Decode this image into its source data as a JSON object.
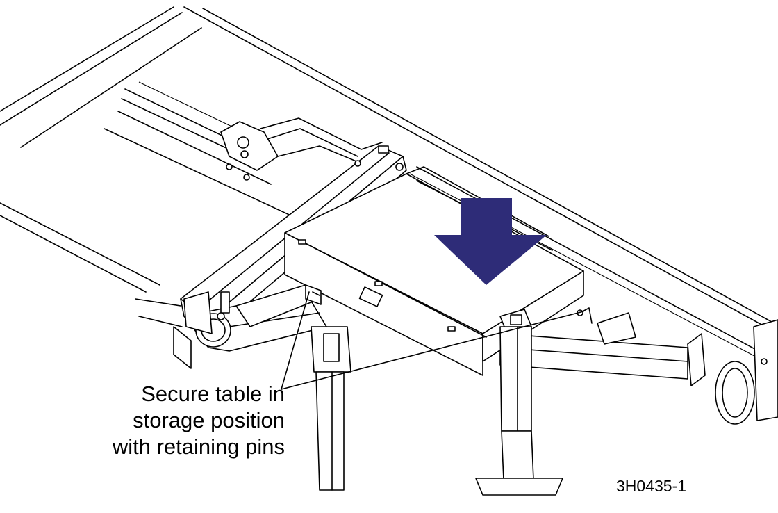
{
  "callout": {
    "lines": [
      "Secure table in",
      "storage position",
      "with retaining pins"
    ]
  },
  "figure_id": "3H0435-1",
  "colors": {
    "arrow": "#2e2c78",
    "line": "#000000",
    "background": "#ffffff"
  },
  "icons": [
    "down-arrow-icon"
  ]
}
